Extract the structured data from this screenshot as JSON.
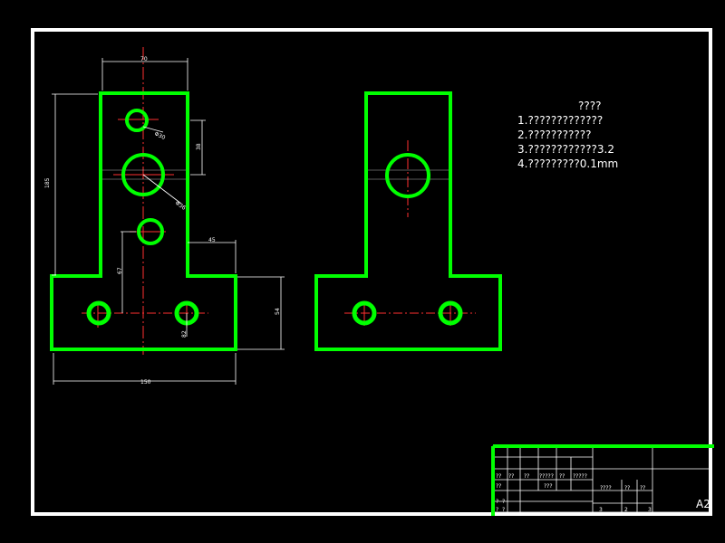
{
  "notes": {
    "title": "????",
    "items": [
      "1.?????????????",
      "2.???????????",
      "3.????????????3.2",
      "4.?????????0.1mm"
    ]
  },
  "dimensions": {
    "top_width": "70",
    "left_height": "185",
    "right_offset": "45",
    "hole_mid_offset": "67",
    "base_width": "150",
    "base_height": "54",
    "top_hole_dia": "Φ30",
    "mid_hole_dia": "Φ36",
    "left_hole_label": "38",
    "bottom_hole_label": "82"
  },
  "title_block": {
    "row1": [
      "??",
      "??",
      "??",
      "?????",
      "??",
      "?????"
    ],
    "row2_a": "??",
    "row2_b": "???",
    "row3": [
      "????",
      "??",
      "??"
    ],
    "row4": [
      "?",
      "?"
    ],
    "row5": [
      "?",
      "?",
      "3",
      "2",
      "3"
    ],
    "sheet_size": "A2"
  },
  "colors": {
    "background": "#000000",
    "outline": "#00ff00",
    "frame": "#ffffff",
    "centerline": "#ff0000",
    "dimension": "#ffffff"
  }
}
